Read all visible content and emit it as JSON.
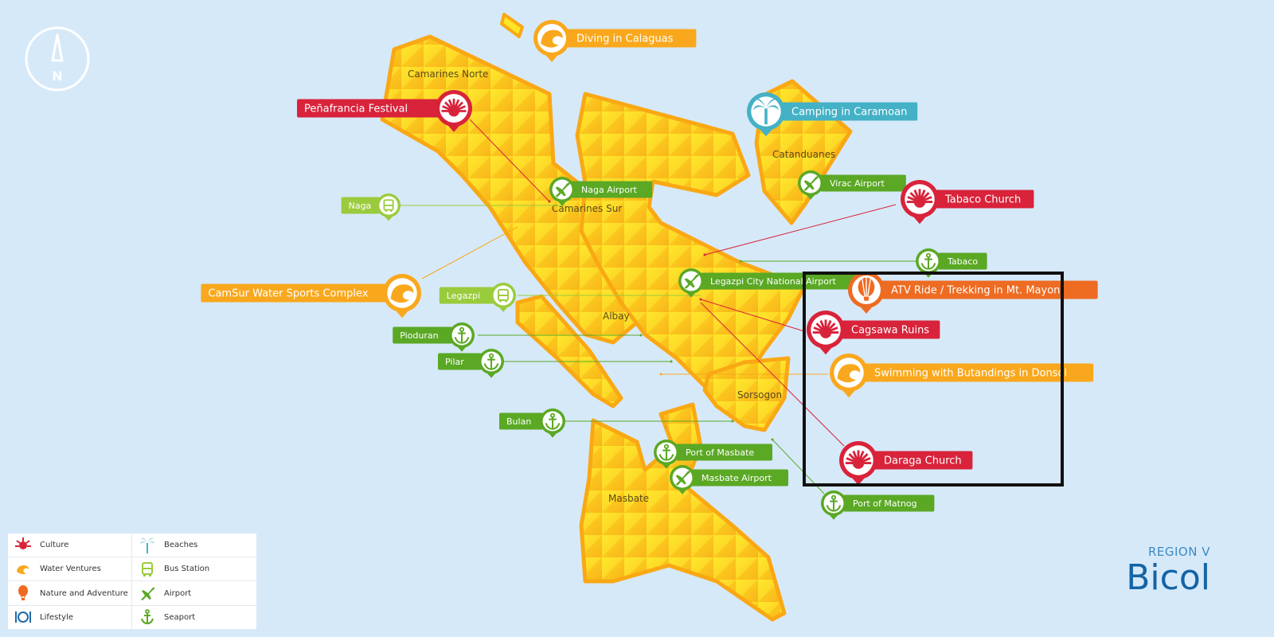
{
  "title": {
    "region_sub": "REGION V",
    "region_name": "Bicol"
  },
  "compass": {
    "label": "N"
  },
  "colors": {
    "sea": "#d6e9f9",
    "land_light": "#fde426",
    "land_dark": "#f7a414",
    "culture": "#d8233a",
    "water": "#f9a81d",
    "nature": "#ee6b22",
    "beach": "#44b1c6",
    "bus": "#9acb3c",
    "airport": "#5aa824",
    "seaport": "#5aa824",
    "highlight_box": "#111111"
  },
  "provinces": [
    {
      "name": "Camarines Norte"
    },
    {
      "name": "Camarines Sur"
    },
    {
      "name": "Catanduanes"
    },
    {
      "name": "Albay"
    },
    {
      "name": "Sorsogon"
    },
    {
      "name": "Masbate"
    }
  ],
  "pois": [
    {
      "id": "diving-in-calaguas",
      "label": "Diving in Calaguas",
      "category": "water-ventures",
      "icon": "wave-icon"
    },
    {
      "id": "penafrancia-festival",
      "label": "Peñafrancia Festival",
      "category": "culture",
      "icon": "mask-icon"
    },
    {
      "id": "naga-airport",
      "label": "Naga Airport",
      "category": "airport",
      "icon": "plane-icon"
    },
    {
      "id": "naga",
      "label": "Naga",
      "category": "bus-station",
      "icon": "bus-icon"
    },
    {
      "id": "camping-in-caramoan",
      "label": "Camping in Caramoan",
      "category": "beaches",
      "icon": "palm-tree-icon"
    },
    {
      "id": "virac-airport",
      "label": "Virac Airport",
      "category": "airport",
      "icon": "plane-icon"
    },
    {
      "id": "tabaco-church",
      "label": "Tabaco Church",
      "category": "culture",
      "icon": "mask-icon"
    },
    {
      "id": "tabaco",
      "label": "Tabaco",
      "category": "seaport",
      "icon": "anchor-icon"
    },
    {
      "id": "camsur-water-sports-complex",
      "label": "CamSur Water Sports Complex",
      "category": "water-ventures",
      "icon": "wave-icon"
    },
    {
      "id": "legazpi",
      "label": "Legazpi",
      "category": "bus-station",
      "icon": "bus-icon"
    },
    {
      "id": "legazpi-city-national-airport",
      "label": "Legazpi City National Airport",
      "category": "airport",
      "icon": "plane-icon"
    },
    {
      "id": "atv-ride-trekking-mt-mayon",
      "label": "ATV Ride / Trekking in Mt. Mayon",
      "category": "nature-and-adventure",
      "icon": "balloon-icon"
    },
    {
      "id": "cagsawa-ruins",
      "label": "Cagsawa Ruins",
      "category": "culture",
      "icon": "mask-icon"
    },
    {
      "id": "pioduran",
      "label": "Pioduran",
      "category": "seaport",
      "icon": "anchor-icon"
    },
    {
      "id": "pilar",
      "label": "Pilar",
      "category": "seaport",
      "icon": "anchor-icon"
    },
    {
      "id": "swimming-with-butandings-in-donsol",
      "label": "Swimming with Butandings in Donsol",
      "category": "water-ventures",
      "icon": "wave-icon"
    },
    {
      "id": "bulan",
      "label": "Bulan",
      "category": "seaport",
      "icon": "anchor-icon"
    },
    {
      "id": "port-of-masbate",
      "label": "Port of Masbate",
      "category": "seaport",
      "icon": "anchor-icon"
    },
    {
      "id": "masbate-airport",
      "label": "Masbate Airport",
      "category": "airport",
      "icon": "plane-icon"
    },
    {
      "id": "daraga-church",
      "label": "Daraga Church",
      "category": "culture",
      "icon": "mask-icon"
    },
    {
      "id": "port-of-matnog",
      "label": "Port of Matnog",
      "category": "seaport",
      "icon": "anchor-icon"
    }
  ],
  "legend": [
    {
      "label": "Culture",
      "icon": "mask-icon"
    },
    {
      "label": "Beaches",
      "icon": "palm-tree-icon"
    },
    {
      "label": "Water Ventures",
      "icon": "wave-icon"
    },
    {
      "label": "Bus Station",
      "icon": "bus-icon"
    },
    {
      "label": "Nature and Adventure",
      "icon": "balloon-icon"
    },
    {
      "label": "Airport",
      "icon": "plane-icon"
    },
    {
      "label": "Lifestyle",
      "icon": "fork-knife-icon"
    },
    {
      "label": "Seaport",
      "icon": "anchor-icon"
    }
  ]
}
